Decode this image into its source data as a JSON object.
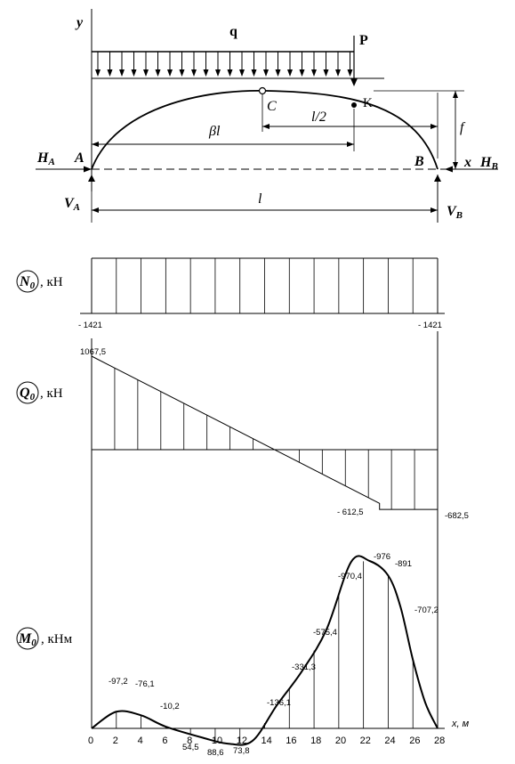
{
  "scheme": {
    "load_label": "q",
    "force_label": "P",
    "axis_y": "y",
    "axis_x": "x",
    "point_a": "A",
    "point_b": "B",
    "point_c": "C",
    "point_k": "K",
    "ha_main": "H",
    "ha_sub": "A",
    "hb_main": "H",
    "hb_sub": "B",
    "va_main": "V",
    "va_sub": "A",
    "vb_main": "V",
    "vb_sub": "B",
    "dim_beta_l": "βl",
    "dim_half_l": "l/2",
    "dim_f": "f",
    "dim_l": "l"
  },
  "diagram_n": {
    "symbol": "N",
    "symbol_sub": "0",
    "unit": ", кН",
    "left_value": "- 1421",
    "right_value": "- 1421",
    "value": -1421
  },
  "diagram_q": {
    "symbol": "Q",
    "symbol_sub": "0",
    "unit": ", кН",
    "start_value": "1067,5",
    "jump_before": "- 612,5",
    "end_value": "-682,5",
    "start": 1067.5,
    "before_jump": -612.5,
    "after_jump": -682.5
  },
  "diagram_m": {
    "symbol": "M",
    "symbol_sub": "0",
    "unit": ", кНм",
    "axis_label": "x, м",
    "x_ticks": [
      "0",
      "2",
      "4",
      "6",
      "8",
      "10",
      "12",
      "14",
      "16",
      "18",
      "20",
      "22",
      "24",
      "26",
      "28"
    ],
    "labels": [
      {
        "text": "-97,2"
      },
      {
        "text": "-76,1"
      },
      {
        "text": "-10,2"
      },
      {
        "text": "54,5"
      },
      {
        "text": "88,6"
      },
      {
        "text": "73,8"
      },
      {
        "text": "-136,1"
      },
      {
        "text": "-331,3"
      },
      {
        "text": "-575,4"
      },
      {
        "text": "-970,4"
      },
      {
        "text": "-976"
      },
      {
        "text": "-891"
      },
      {
        "text": "-707,2"
      }
    ]
  },
  "chart_data": {
    "type": "line",
    "xlabel": "x, м",
    "series": [
      {
        "x": [
          0,
          24,
          28
        ],
        "values": [
          -1421,
          -1421,
          -1421
        ]
      },
      {
        "x": [
          0,
          23.3,
          23.3,
          28
        ],
        "values": [
          1067.5,
          -612.5,
          -682.5,
          -682.5
        ]
      },
      {
        "x": [
          0,
          2,
          4,
          6,
          9,
          11,
          13,
          15,
          17,
          19,
          21,
          22.5,
          24,
          25,
          26,
          27,
          28
        ],
        "values": [
          0,
          -97.2,
          -76.1,
          -10.2,
          54.5,
          88.6,
          73.8,
          -136.1,
          -331.3,
          -575.4,
          -970.4,
          -976,
          -891,
          -707.2,
          -400,
          -150,
          0
        ]
      }
    ],
    "xlim": [
      0,
      28
    ]
  }
}
